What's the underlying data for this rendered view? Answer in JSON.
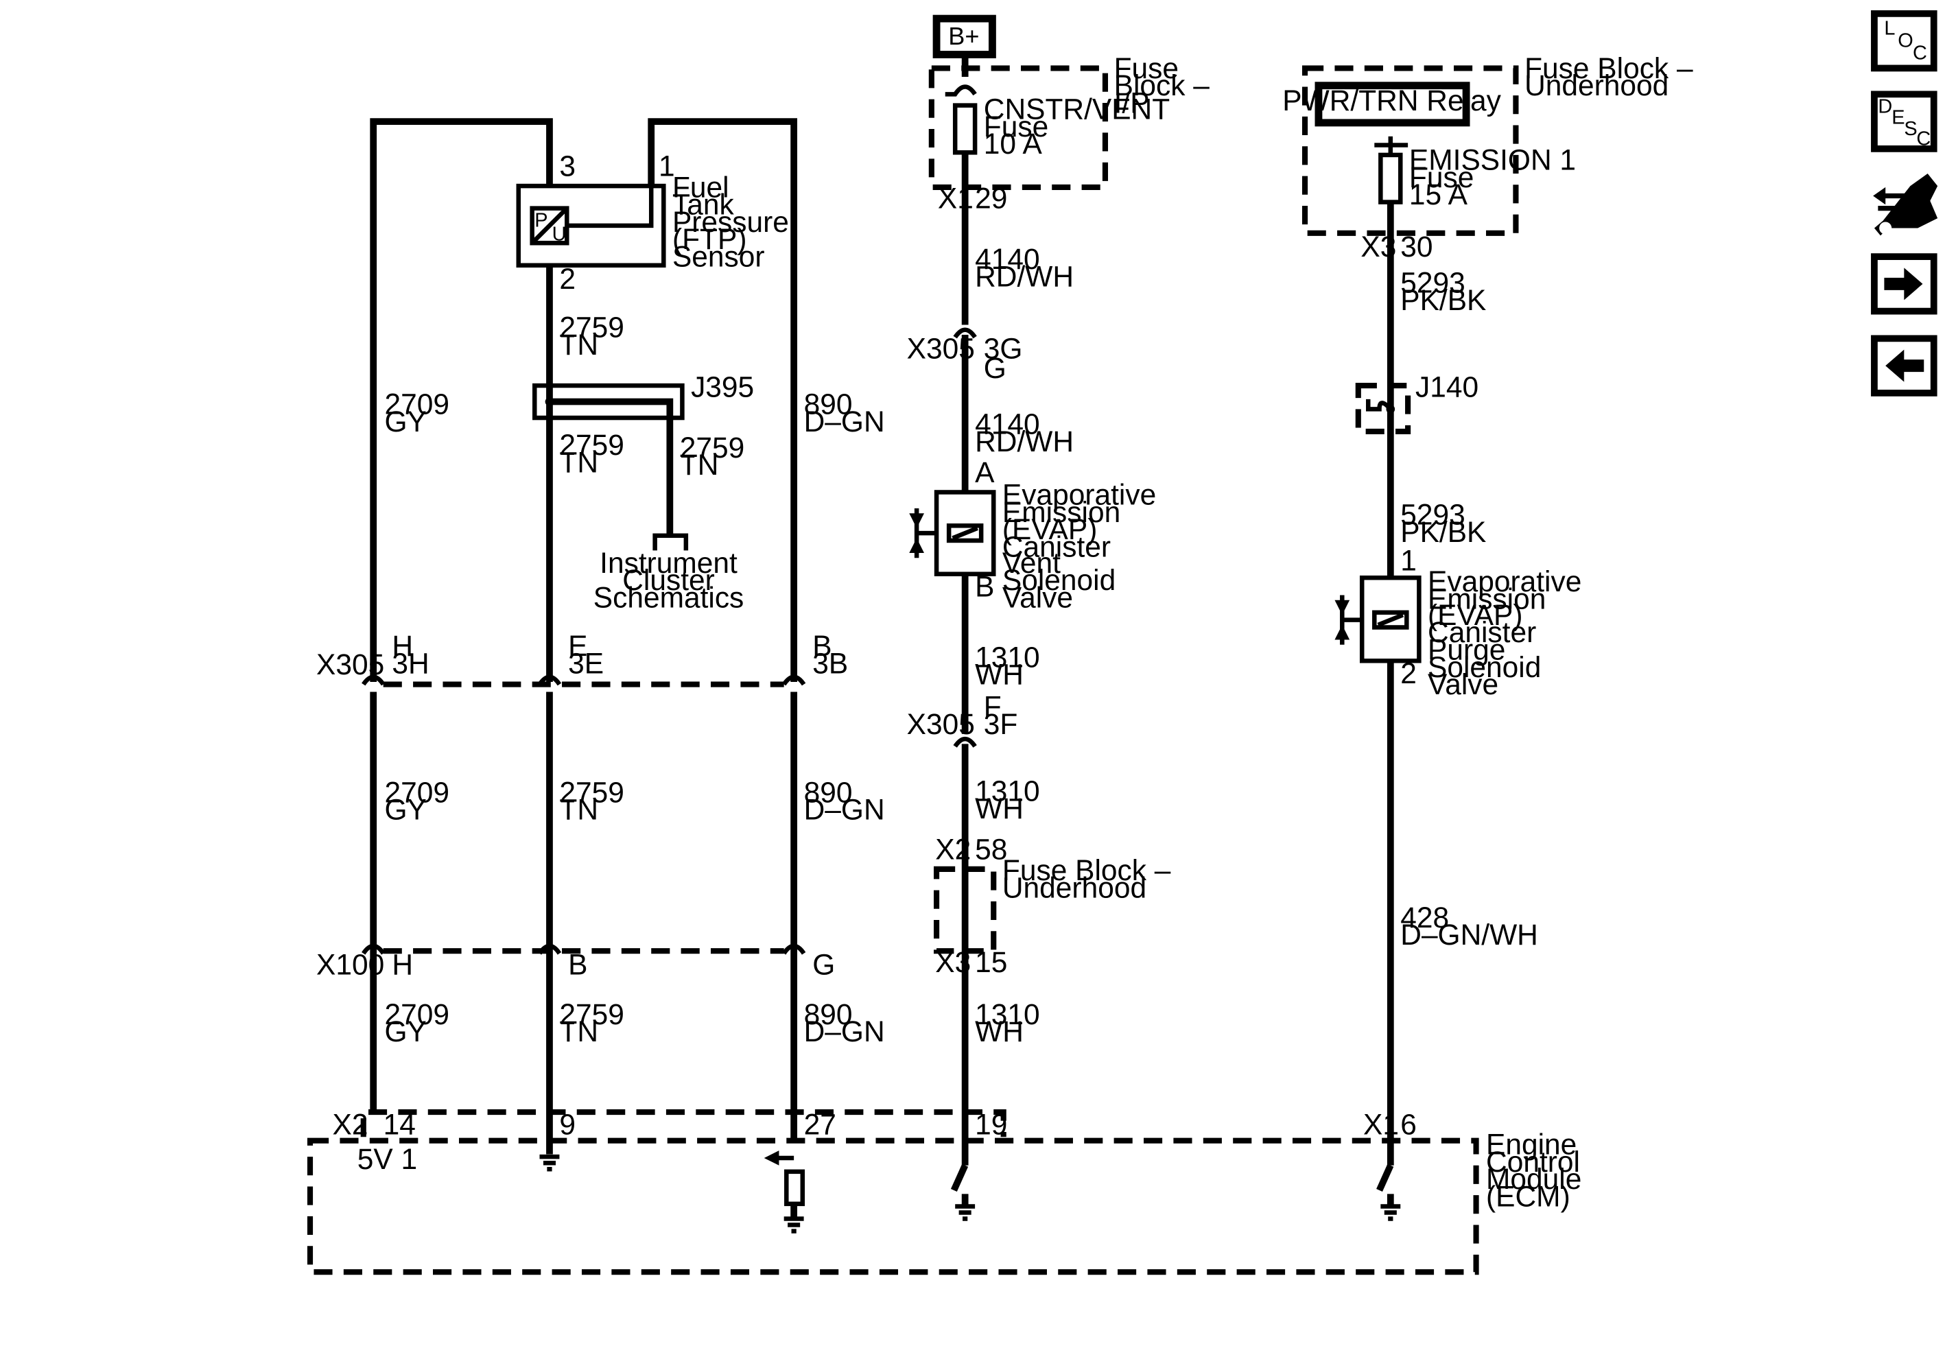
{
  "power": {
    "bplus": "B+",
    "pwr_trn_relay": "PWR/TRN Relay"
  },
  "fuse_block_ip": {
    "line1": "Fuse",
    "line2": "Block –",
    "line3": "I/P"
  },
  "fuse_block_underhood_top": {
    "line1": "Fuse Block –",
    "line2": "Underhood"
  },
  "fuse_block_underhood_mid": {
    "line1": "Fuse Block –",
    "line2": "Underhood"
  },
  "fuse_cnstr": {
    "name": "CNSTR/VENT",
    "type": "Fuse",
    "rating": "10 A"
  },
  "fuse_emission": {
    "name": "EMISSION 1",
    "type": "Fuse",
    "rating": "15 A"
  },
  "ftp_sensor": {
    "lines": [
      "Fuel",
      "Tank",
      "Pressure",
      "(FTP)",
      "Sensor"
    ],
    "symbol_p": "P",
    "symbol_u": "U"
  },
  "vent_solenoid": {
    "lines": [
      "Evaporative",
      "Emission",
      "(EVAP)",
      "Canister",
      "Vent",
      "Solenoid",
      "Valve"
    ]
  },
  "purge_solenoid": {
    "lines": [
      "Evaporative",
      "Emission",
      "(EVAP)",
      "Canister",
      "Purge",
      "Solenoid",
      "Valve"
    ]
  },
  "ecm": {
    "lines": [
      "Engine",
      "Control",
      "Module",
      "(ECM)"
    ]
  },
  "instrument_cluster": {
    "lines": [
      "Instrument",
      "Cluster",
      "Schematics"
    ]
  },
  "splices": {
    "j395": "J395",
    "j140": "J140"
  },
  "connectors": {
    "x305": "X305",
    "x100": "X100",
    "x1": "X1",
    "x2": "X2",
    "x3": "X3"
  },
  "pins": {
    "ftp_3": "3",
    "ftp_1": "1",
    "ftp_2": "2",
    "x1_29": "29",
    "x3_30": "30",
    "x305_3g": "3G",
    "x305_g": "G",
    "vent_a": "A",
    "vent_b": "B",
    "x305_f": "F",
    "x305_3f": "3F",
    "x2_58": "58",
    "x3_15": "15",
    "purge_1": "1",
    "purge_2": "2",
    "x305_h": "H",
    "x305_3h": "3H",
    "x305_e": "E",
    "x305_3e": "3E",
    "x305_b": "B",
    "x305_3b": "3B",
    "x100_h": "H",
    "x100_b": "B",
    "x100_g": "G",
    "ecm_14": "14",
    "ecm_9": "9",
    "ecm_27": "27",
    "ecm_19": "19",
    "ecm_6": "6",
    "ecm_5v": "5V 1"
  },
  "wires": {
    "w2709": {
      "circuit": "2709",
      "color": "GY"
    },
    "w2759": {
      "circuit": "2759",
      "color": "TN"
    },
    "w890": {
      "circuit": "890",
      "color": "D–GN"
    },
    "w4140": {
      "circuit": "4140",
      "color": "RD/WH"
    },
    "w1310": {
      "circuit": "1310",
      "color": "WH"
    },
    "w5293": {
      "circuit": "5293",
      "color": "PK/BK"
    },
    "w428": {
      "circuit": "428",
      "color": "D–GN/WH"
    }
  },
  "nav": {
    "loc": {
      "l": "L",
      "o": "O",
      "c": "C"
    },
    "desc": {
      "d": "D",
      "e": "E",
      "s": "S",
      "c": "C"
    }
  }
}
